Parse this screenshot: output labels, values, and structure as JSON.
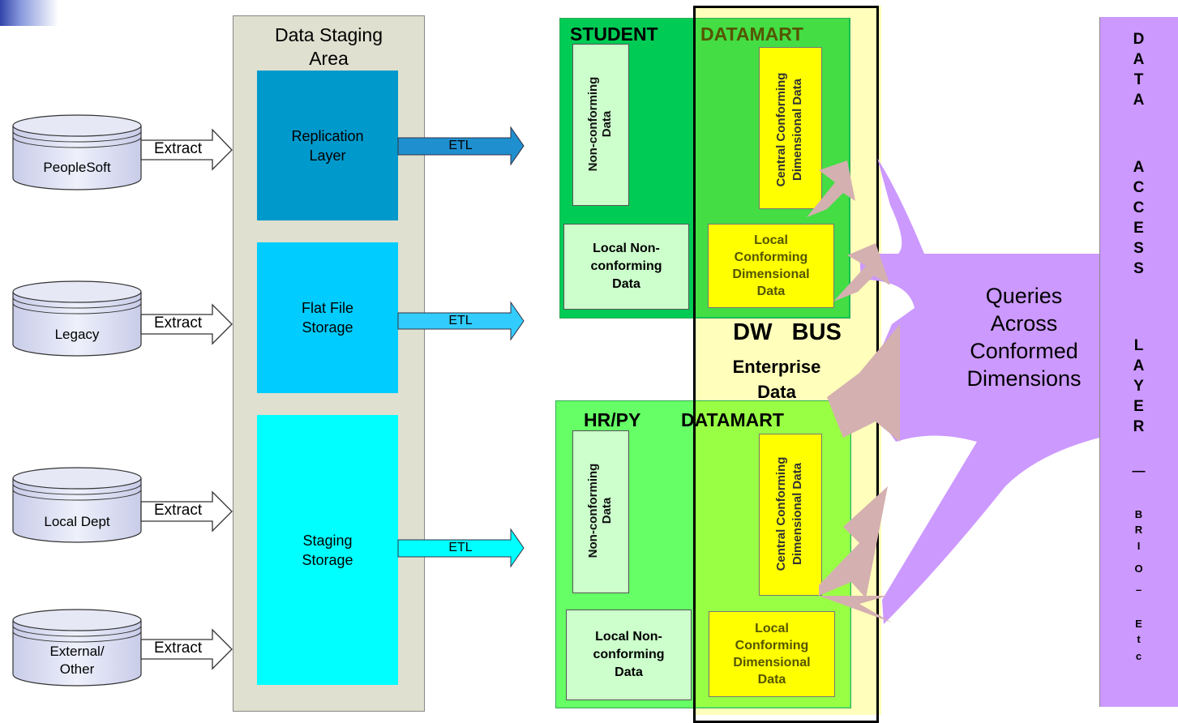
{
  "sources": [
    {
      "label": "PeopleSoft",
      "action": "Extract"
    },
    {
      "label": "Legacy",
      "action": "Extract"
    },
    {
      "label": "Local Dept",
      "action": "Extract"
    },
    {
      "label": "External/\nOther",
      "action": "Extract"
    }
  ],
  "staging": {
    "title": "Data Staging\nArea",
    "layers": [
      {
        "label": "Replication\nLayer",
        "color": "#0099cc"
      },
      {
        "label": "Flat File\nStorage",
        "color": "#00ccff"
      },
      {
        "label": "Staging\nStorage",
        "color": "#00ffff"
      }
    ]
  },
  "etl_label": "ETL",
  "student_mart": {
    "title_left": "STUDENT",
    "title_right": "DATAMART",
    "nonconforming": "Non-conforming\nData",
    "local_nonconforming": "Local Non-\nconforming\nData",
    "central_conforming": "Central Conforming\nDimensional Data",
    "local_conforming": "Local\nConforming\nDimensional\nData"
  },
  "hr_mart": {
    "title_left": "HR/PY",
    "title_right": "DATAMART",
    "nonconforming": "Non-conforming\nData",
    "local_nonconforming": "Local Non-\nconforming\nData",
    "central_conforming": "Central Conforming\nDimensional Data",
    "local_conforming": "Local\nConforming\nDimensional\nData"
  },
  "dw_bus": {
    "title": "DW   BUS",
    "subtitle": "Enterprise\nData"
  },
  "queries_label": "Queries\nAcross\nConformed\nDimensions",
  "access_layer": {
    "letters": [
      "D",
      "A",
      "T",
      "A",
      "",
      "A",
      "C",
      "C",
      "E",
      "S",
      "S",
      "",
      "L",
      "A",
      "Y",
      "E",
      "R"
    ],
    "dash1": "—",
    "brio": [
      "B",
      "R",
      "I",
      "O"
    ],
    "dash2": "–",
    "etc": [
      "E",
      "t",
      "c"
    ]
  },
  "colors": {
    "staging_bg": "#dfe0cf",
    "student_green": "#00cc55",
    "hr_green": "#66ff66",
    "bus_yellow": "#ffffbb",
    "central_green": "#44dd44",
    "central_green_hr": "#99ff44",
    "access_purple": "#cc99ff",
    "arrow_pink": "#d4b0b0"
  }
}
